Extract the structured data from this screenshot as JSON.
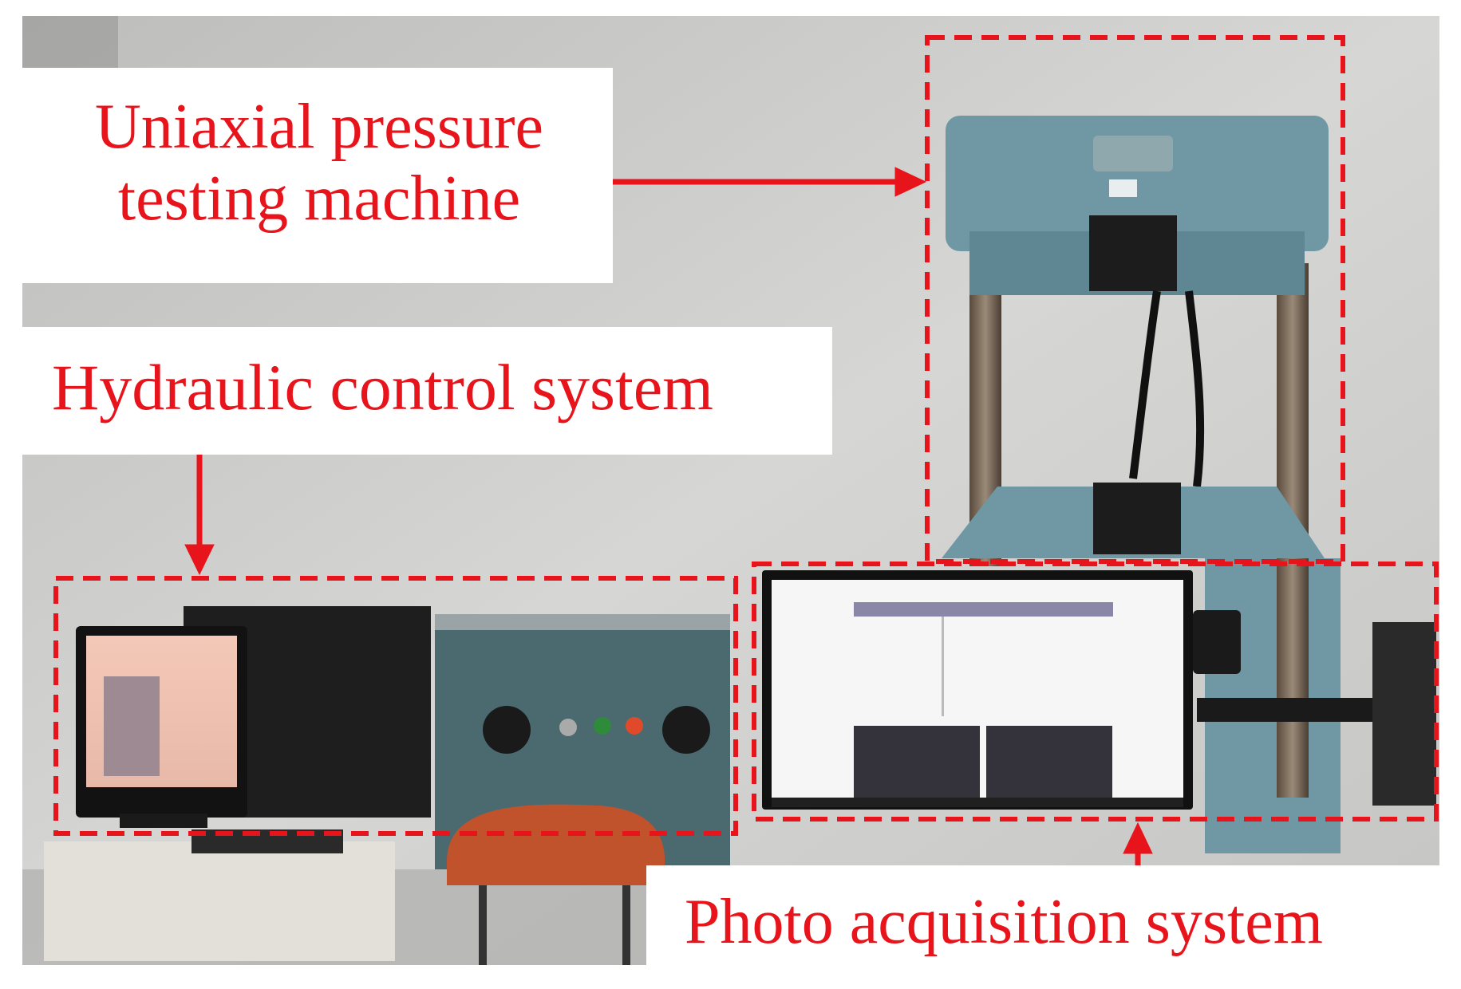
{
  "labels": {
    "uniaxial": {
      "line1": "Uniaxial pressure",
      "line2": "testing machine"
    },
    "hydraulic": "Hydraulic control system",
    "photo": "Photo acquisition system"
  },
  "colors": {
    "annotation": "#e8141c",
    "wall": "#cfcfcd",
    "machine": "#6f98a4",
    "cabinet": "#4b6a70",
    "chair": "#c0532c",
    "label_background": "#ffffff"
  },
  "icons": {
    "arrow": "arrow-icon",
    "dashed_frame": "dashed-box"
  }
}
